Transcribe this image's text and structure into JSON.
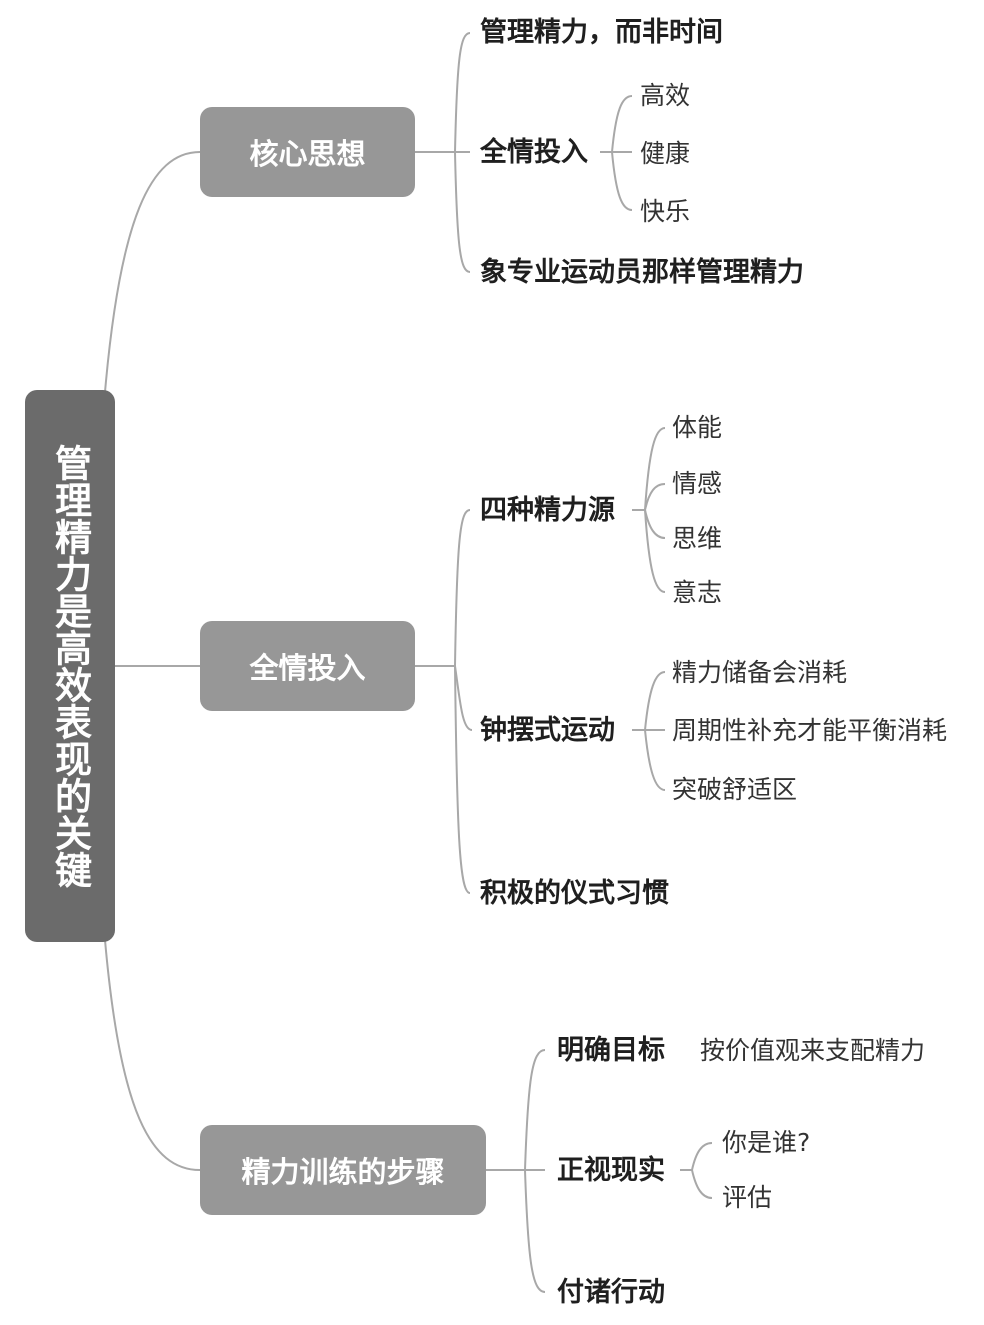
{
  "root": {
    "label": "管理精力是高效表现的关键"
  },
  "branches": [
    {
      "label": "核心思想",
      "children": [
        {
          "label": "管理精力，而非时间"
        },
        {
          "label": "全情投入",
          "children": [
            "高效",
            "健康",
            "快乐"
          ]
        },
        {
          "label": "象专业运动员那样管理精力"
        }
      ]
    },
    {
      "label": "全情投入",
      "children": [
        {
          "label": "四种精力源",
          "children": [
            "体能",
            "情感",
            "思维",
            "意志"
          ]
        },
        {
          "label": "钟摆式运动",
          "children": [
            "精力储备会消耗",
            "周期性补充才能平衡消耗",
            "突破舒适区"
          ]
        },
        {
          "label": "积极的仪式习惯"
        }
      ]
    },
    {
      "label": "精力训练的步骤",
      "children": [
        {
          "label": "明确目标",
          "children": [
            "按价值观来支配精力"
          ]
        },
        {
          "label": "正视现实",
          "children": [
            "你是谁?",
            "评估"
          ]
        },
        {
          "label": "付诸行动"
        }
      ]
    }
  ],
  "colors": {
    "root_fill": "#6b6b6b",
    "branch_fill": "#979797",
    "connector": "#a8a8a8",
    "text": "#1f1f1f"
  }
}
